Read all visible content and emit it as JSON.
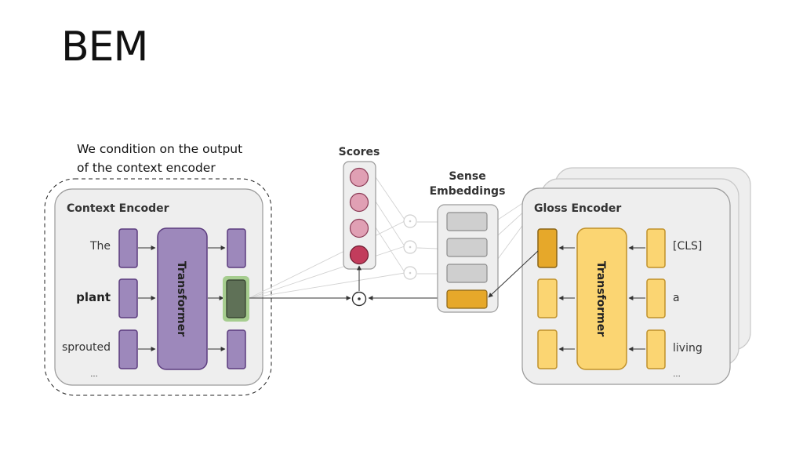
{
  "slide": {
    "title": "BEM",
    "note_line1": "We condition on the output",
    "note_line2": "of the context encoder"
  },
  "diagram": {
    "context_encoder": {
      "title": "Context Encoder",
      "tokens": [
        "The",
        "plant",
        "sprouted",
        "..."
      ],
      "transformer_label": "Transformer"
    },
    "scores": {
      "title": "Scores"
    },
    "sense_embeddings": {
      "title_line1": "Sense",
      "title_line2": "Embeddings"
    },
    "gloss_encoder": {
      "title": "Gloss Encoder",
      "tokens": [
        "[CLS]",
        "a",
        "living",
        "..."
      ],
      "transformer_label": "Transformer"
    },
    "operator": "⊙"
  },
  "colors": {
    "purple": "#9d88bb",
    "purple_border": "#5b3b7e",
    "green": "#5f7157",
    "green_glow": "#a6cd8f",
    "yellow": "#fbd572",
    "yellow_dark": "#e6a82a",
    "pink": "#e0a0b4",
    "red": "#c23c5c",
    "gray_box": "#cfcfcf",
    "panel": "#eeeeee"
  }
}
